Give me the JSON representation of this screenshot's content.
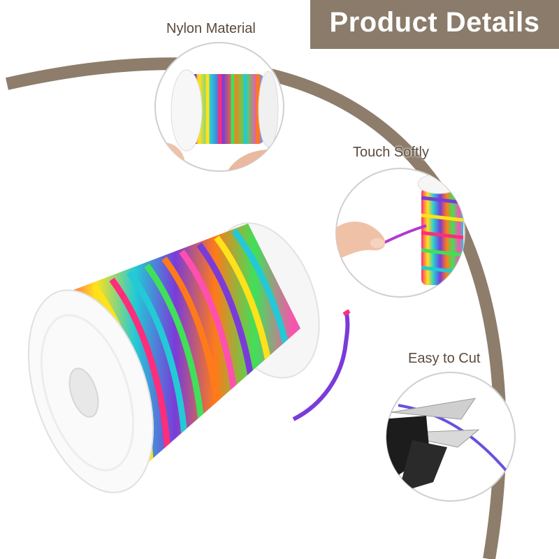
{
  "banner": {
    "title": "Product Details"
  },
  "callouts": {
    "nylon": {
      "label": "Nylon Material"
    },
    "touch": {
      "label": "Touch Softly"
    },
    "cut": {
      "label": "Easy to Cut"
    }
  },
  "colors": {
    "banner_bg": "#8a7b6a",
    "curve": "#8e7d6b",
    "label_text": "#5a4a3c",
    "cord": [
      "#ff2d7a",
      "#ffe21a",
      "#23c9d6",
      "#7a3bd9",
      "#ff7a1a",
      "#40e05a",
      "#ff4fb0"
    ]
  },
  "icons": {
    "main": "rainbow-cord-spool",
    "nylon": "spool-in-hand",
    "touch": "finger-touching-cord",
    "cut": "scissors-cutting-cord"
  }
}
